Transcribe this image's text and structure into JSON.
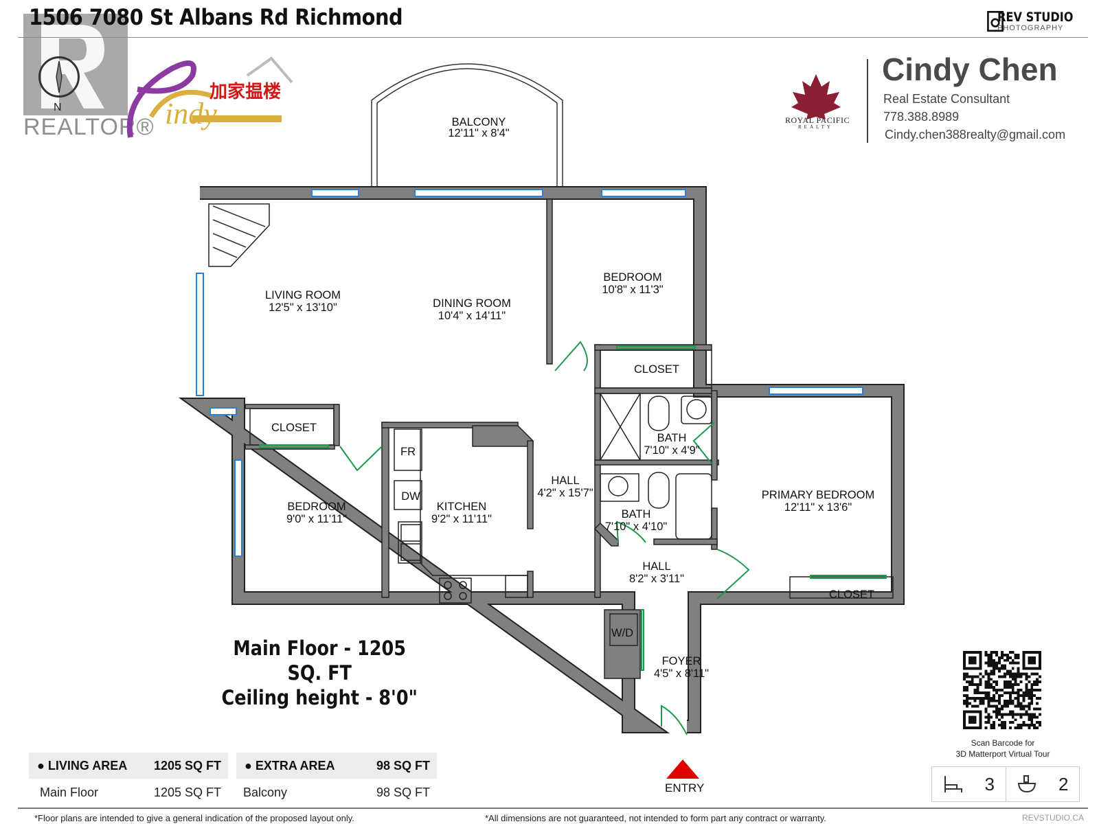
{
  "header": {
    "title": "1506 7080 St Albans Rd Richmond"
  },
  "logos": {
    "realtor": "REALTOR®",
    "compass_label": "N",
    "cindy_logo_text": "Cindy 加家揾楼",
    "rev_studio": "REV STUDIO",
    "rev_studio_sub": "PHOTOGRAPHY",
    "royal_pacific": "ROYAL PACIFIC",
    "royal_pacific_sub": "REALTY"
  },
  "agent": {
    "name": "Cindy Chen",
    "role": "Real Estate Consultant",
    "phone": "778.388.8989",
    "email": "Cindy.chen388realty@gmail.com"
  },
  "rooms": [
    {
      "name": "BALCONY",
      "dims": "12'11\" x 8'4\""
    },
    {
      "name": "LIVING ROOM",
      "dims": "12'5\" x 13'10\""
    },
    {
      "name": "DINING ROOM",
      "dims": "10'4\" x 14'11\""
    },
    {
      "name": "BEDROOM",
      "dims": "10'8\" x 11'3\""
    },
    {
      "name": "CLOSET"
    },
    {
      "name": "CLOSET"
    },
    {
      "name": "BATH",
      "dims": "7'10\" x 4'9\""
    },
    {
      "name": "BATH",
      "dims": "7'10\" x 4'10\""
    },
    {
      "name": "HALL",
      "dims": "4'2\" x 15'7\""
    },
    {
      "name": "PRIMARY BEDROOM",
      "dims": "12'11\" x 13'6\""
    },
    {
      "name": "BEDROOM",
      "dims": "9'0\" x 11'11\""
    },
    {
      "name": "KITCHEN",
      "dims": "9'2\" x 11'11\""
    },
    {
      "name": "HALL",
      "dims": "8'2\" x 3'11\""
    },
    {
      "name": "CLOSET"
    },
    {
      "name": "FOYER",
      "dims": "4'5\" x 8'11\""
    }
  ],
  "fixtures": {
    "fridge": "FR",
    "dishwasher": "DW",
    "washer_dryer": "W/D"
  },
  "entry": "ENTRY",
  "floor_summary": {
    "line1": "Main Floor - 1205 SQ. FT",
    "line2": "Ceiling height - 8'0\""
  },
  "area_tables": [
    {
      "header": "LIVING AREA",
      "header_value": "1205 SQ FT",
      "rows": [
        {
          "label": "Main Floor",
          "value": "1205 SQ FT"
        }
      ]
    },
    {
      "header": "EXTRA AREA",
      "header_value": "98 SQ FT",
      "rows": [
        {
          "label": "Balcony",
          "value": "98 SQ FT"
        }
      ]
    }
  ],
  "qr": {
    "caption_line1": "Scan Barcode for",
    "caption_line2": "3D Matterport Virtual Tour"
  },
  "counts": {
    "bedrooms": "3",
    "bathrooms": "2",
    "bed_icon": "bed-icon",
    "bath_icon": "bathtub-icon"
  },
  "footer": {
    "note_left": "*Floor plans are intended to give a general indication of the proposed layout only.",
    "note_center": "*All dimensions are not guaranteed, not intended to form part any contract or warranty.",
    "brand": "REVSTUDIO.CA"
  },
  "colors": {
    "wall": "#808080",
    "window": "#2f7fd0",
    "door": "#1a9a4a",
    "entry_arrow": "#e00000",
    "agent_text": "#4a4a4a",
    "royal_pacific": "#8b1f33"
  }
}
